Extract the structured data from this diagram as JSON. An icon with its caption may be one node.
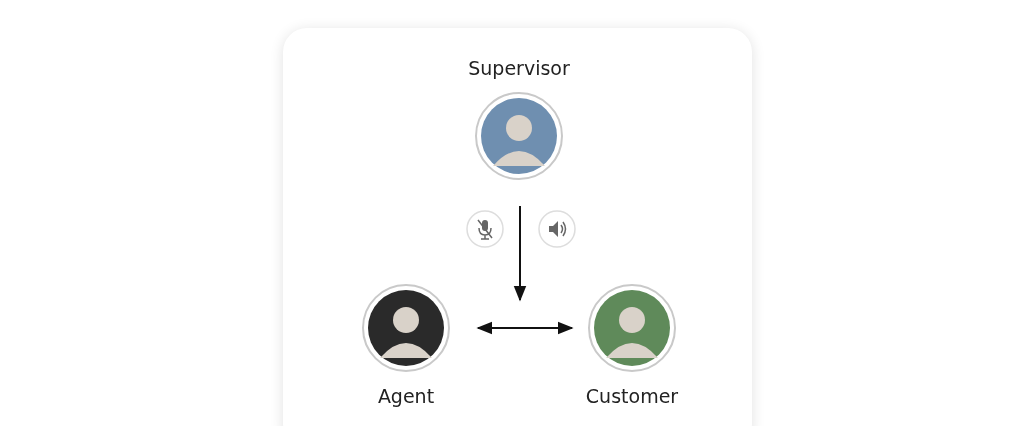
{
  "diagram": {
    "nodes": [
      {
        "text": [
          "Supervisor"
        ]
      },
      {
        "text": [
          "Agent"
        ]
      },
      {
        "text": [
          "Customer"
        ]
      }
    ],
    "edges": [
      {
        "from": 0,
        "to": null,
        "arrow": "to"
      },
      {
        "from": 1,
        "to": 2,
        "arrow": "both"
      }
    ]
  }
}
